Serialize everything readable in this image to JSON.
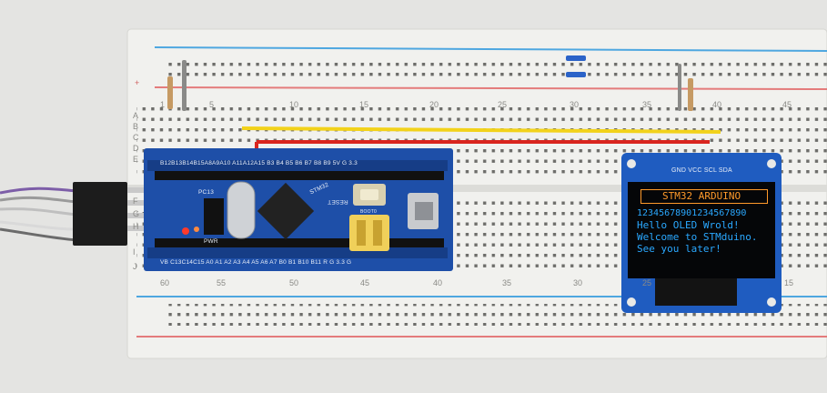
{
  "breadboard": {
    "column_numbers_top": [
      "1",
      "5",
      "10",
      "15",
      "20",
      "25",
      "30",
      "35",
      "40",
      "45"
    ],
    "column_numbers_bottom": [
      "60",
      "55",
      "50",
      "45",
      "40",
      "35",
      "30",
      "25",
      "15"
    ],
    "row_letters_top": [
      "A",
      "B",
      "C",
      "D",
      "E"
    ],
    "row_letters_bottom": [
      "F",
      "G",
      "H",
      "I",
      "J"
    ],
    "rail_plus": "+"
  },
  "board": {
    "top_pin_labels": "B12B13B14B15A8A9A10 A11A12A15 B3 B4 B5 B6 B7 B8 B9 5V G 3.3",
    "bottom_pin_labels": "VB C13C14C15 A0 A1 A2 A3 A4 A5 A6 A7 B0 B1 B10 B11 R G 3.3 G",
    "chip_label": "STM32",
    "reset_label": "RESET",
    "pc13_label": "PC13",
    "pwr_label": "PWR",
    "boot_label": "BOOT0"
  },
  "oled": {
    "header_pins": "GND VCC SCL SDA",
    "title": "STM32 ARDUINO",
    "lines": [
      "12345678901234567890",
      "Hello OLED Wrold!",
      "Welcome to STMduino.",
      "See you later!"
    ],
    "text_color": "#2aa8ff",
    "title_color": "#ff9a2a"
  },
  "colors": {
    "breadboard": "#f1f1ee",
    "pcb": "#1e4fa8",
    "oled_pcb": "#1f5cc0",
    "wire_yellow": "#f2d21a",
    "wire_red": "#d9251e",
    "rail_blue": "#4ea7e0",
    "rail_red": "#e47b7b"
  }
}
